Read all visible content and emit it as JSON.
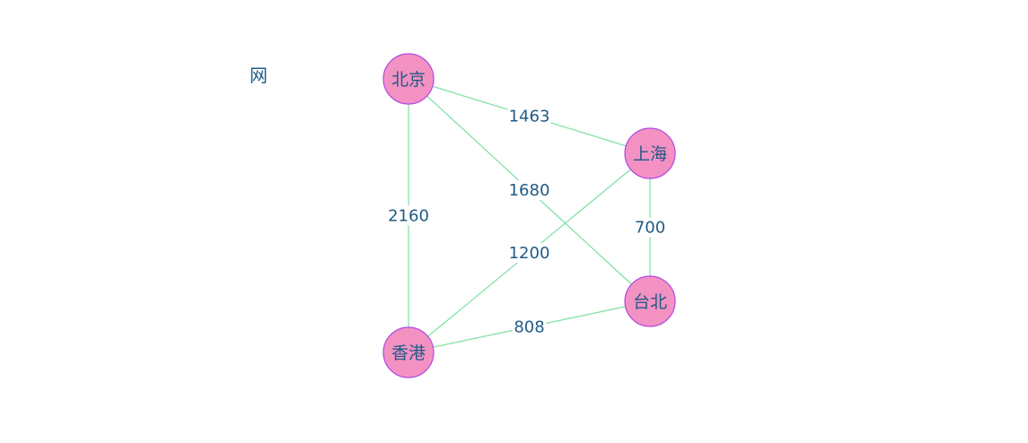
{
  "title": "网",
  "colors": {
    "node_fill": "#f391c3",
    "node_stroke": "#b048e2",
    "edge": "#79e1a1",
    "text": "#1f5b86",
    "edge_label_bg": "#ffffff"
  },
  "graph": {
    "nodes": [
      {
        "id": "beijing",
        "label": "北京"
      },
      {
        "id": "shanghai",
        "label": "上海"
      },
      {
        "id": "taibei",
        "label": "台北"
      },
      {
        "id": "xianggang",
        "label": "香港"
      }
    ],
    "edges": [
      {
        "source": "beijing",
        "target": "shanghai",
        "label": "1463"
      },
      {
        "source": "beijing",
        "target": "taibei",
        "label": "1680"
      },
      {
        "source": "beijing",
        "target": "xianggang",
        "label": "2160"
      },
      {
        "source": "shanghai",
        "target": "xianggang",
        "label": "1200"
      },
      {
        "source": "shanghai",
        "target": "taibei",
        "label": "700"
      },
      {
        "source": "xianggang",
        "target": "taibei",
        "label": "808"
      }
    ]
  }
}
